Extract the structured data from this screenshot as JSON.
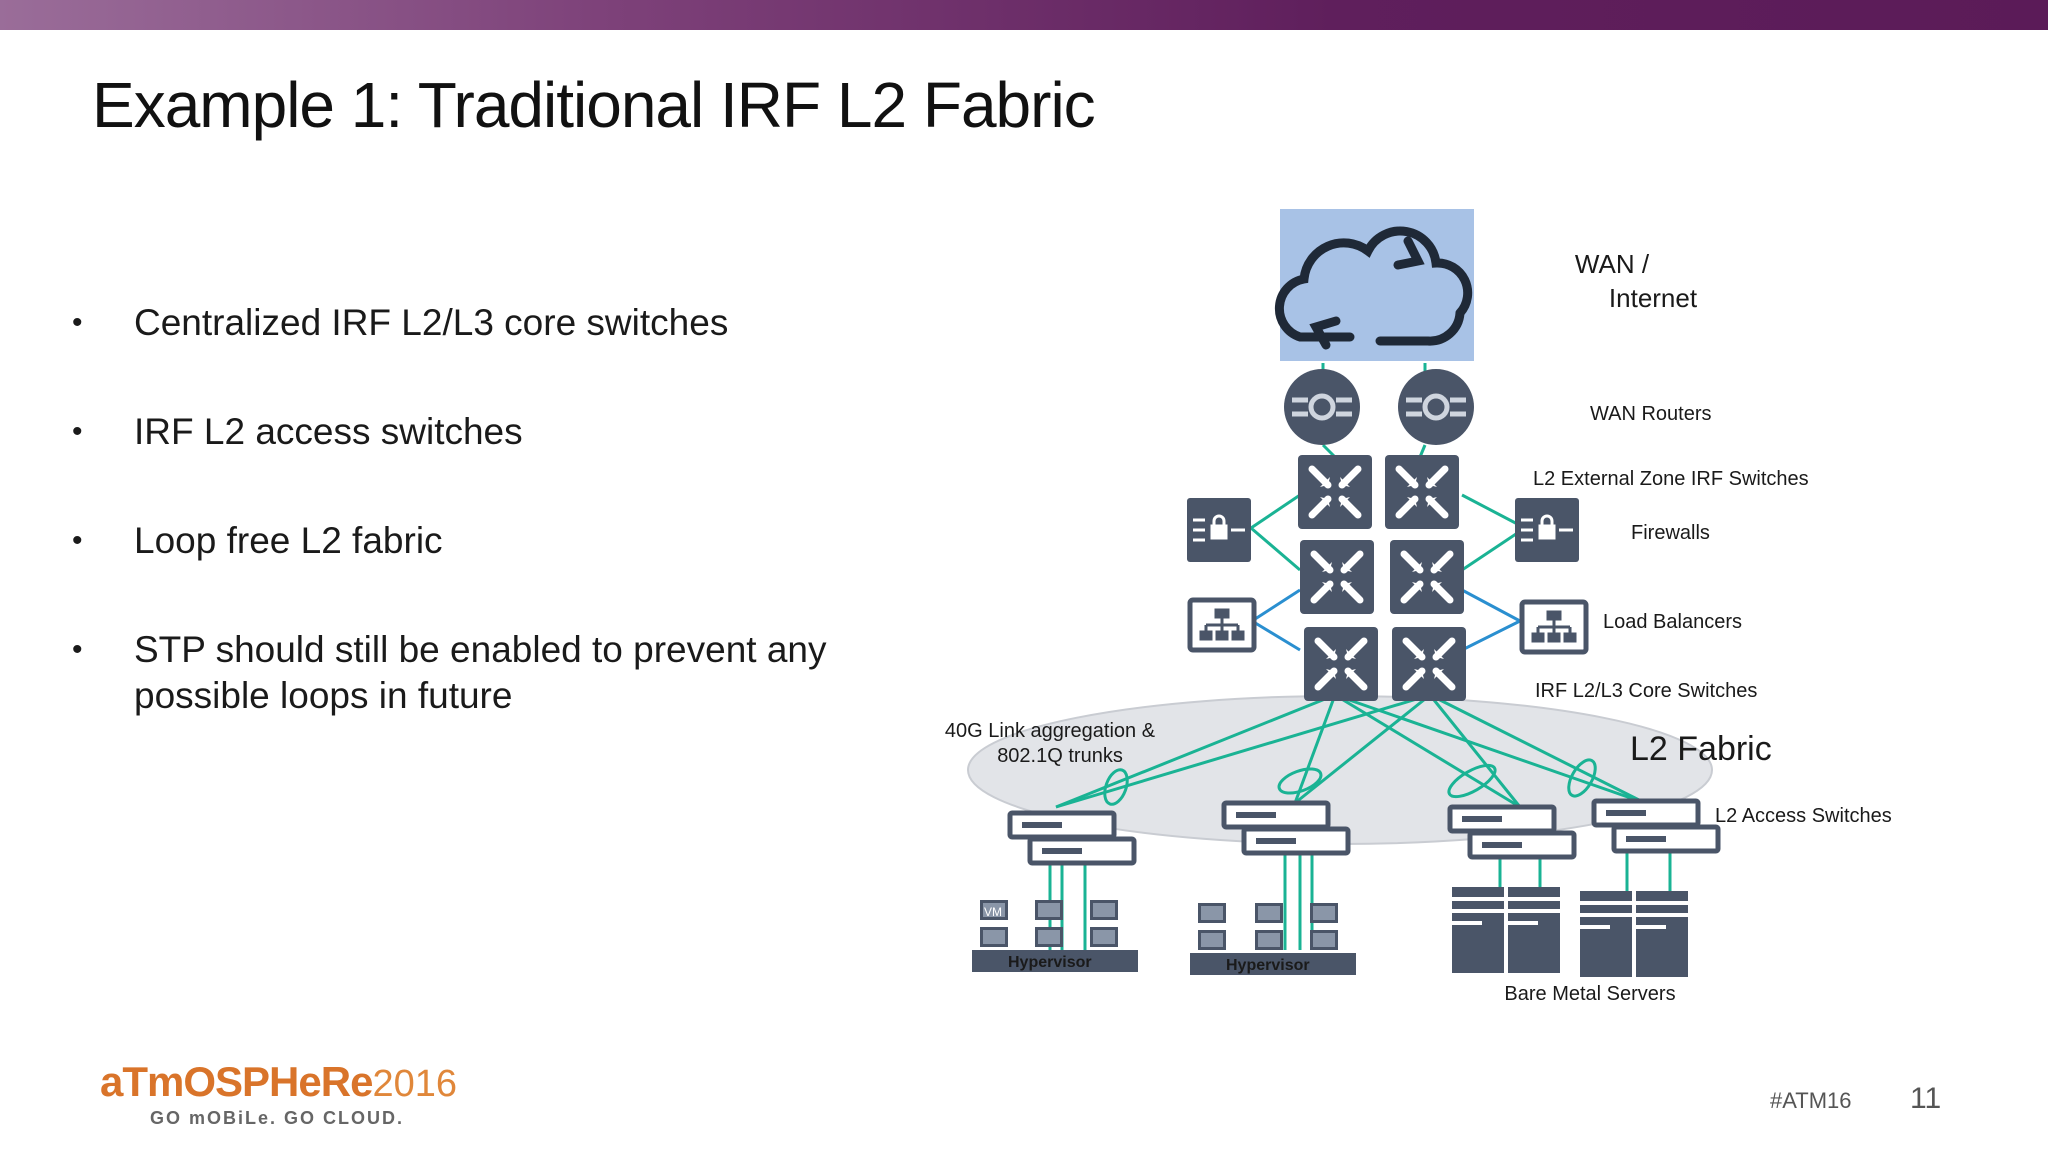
{
  "slide": {
    "title": "Example 1: Traditional IRF L2 Fabric",
    "bullets": [
      "Centralized IRF L2/L3 core switches",
      "IRF L2 access switches",
      "Loop free L2 fabric",
      "STP should still be enabled to prevent any possible loops in future"
    ],
    "bullet_symbol": "•"
  },
  "diagram": {
    "labels": {
      "wan": "WAN /",
      "internet": "Internet",
      "wan_routers": "WAN Routers",
      "l2_external": "L2 External Zone IRF Switches",
      "firewalls": "Firewalls",
      "load_balancers": "Load Balancers",
      "core": "IRF L2/L3 Core Switches",
      "link_agg_1": "40G Link aggregation &",
      "link_agg_2": "802.1Q trunks",
      "l2_fabric": "L2 Fabric",
      "access": "L2 Access Switches",
      "bare_metal": "Bare Metal Servers",
      "vm": "VM",
      "hypervisor": "Hypervisor"
    },
    "colors": {
      "green_link": "#1ab394",
      "blue_link": "#2a8fd0",
      "icon_dark": "#4a5568",
      "cloud_bg": "#a8c2e6"
    }
  },
  "footer": {
    "brand": "aTmOSPHeRe",
    "year": "2016",
    "tagline": "GO mOBiLe. GO CLOUD.",
    "hashtag": "#ATM16",
    "page": "11"
  }
}
